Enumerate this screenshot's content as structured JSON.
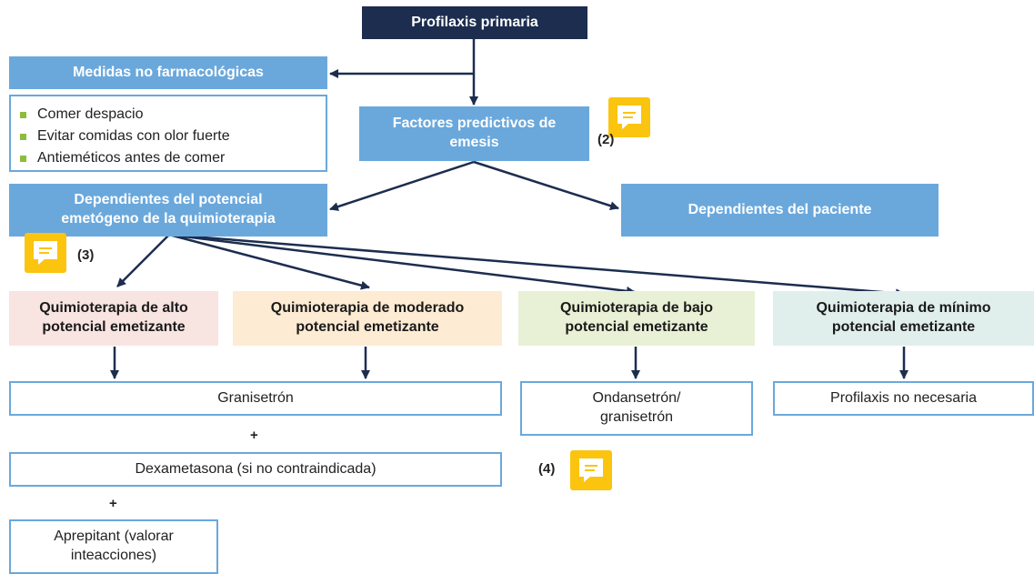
{
  "nodes": {
    "root": "Profilaxis primaria",
    "non_pharma": "Medidas no farmacológicas",
    "predictive": "Factores predictivos de emesis",
    "chemo_dependent": "Dependientes del potencial emetógeno de la quimioterapia",
    "patient_dependent": "Dependientes del paciente",
    "tier_high": "Quimioterapia de alto potencial emetizante",
    "tier_moderate": "Quimioterapia de moderado potencial emetizante",
    "tier_low": "Quimioterapia de bajo potencial emetizante",
    "tier_minimal": "Quimioterapia de mínimo potencial emetizante",
    "granisetron": "Granisetrón",
    "ondansetron": "Ondansetrón/ granisetrón",
    "no_prophylaxis": "Profilaxis no necesaria",
    "dexamethasone": "Dexametasona (si no contraindicada)",
    "aprepitant": "Aprepitant (valorar inteacciones)"
  },
  "non_pharma_items": [
    "Comer despacio",
    "Evitar comidas con olor fuerte",
    "Antieméticos antes de comer"
  ],
  "refs": {
    "r2": "(2)",
    "r3": "(3)",
    "r4": "(4)"
  },
  "plus_sign": "+",
  "colors": {
    "root_bg": "#1c2d4f",
    "box_blue": "#6aa8dc",
    "arrow": "#1c2d4f",
    "tier_high_bg": "#f8e4e1",
    "tier_moderate_bg": "#fdebd3",
    "tier_low_bg": "#e8f1d5",
    "tier_minimal_bg": "#e1efec",
    "note": "#fbc40e",
    "bullet": "#8cbd3a"
  },
  "icons": [
    "comment-note-icon"
  ]
}
